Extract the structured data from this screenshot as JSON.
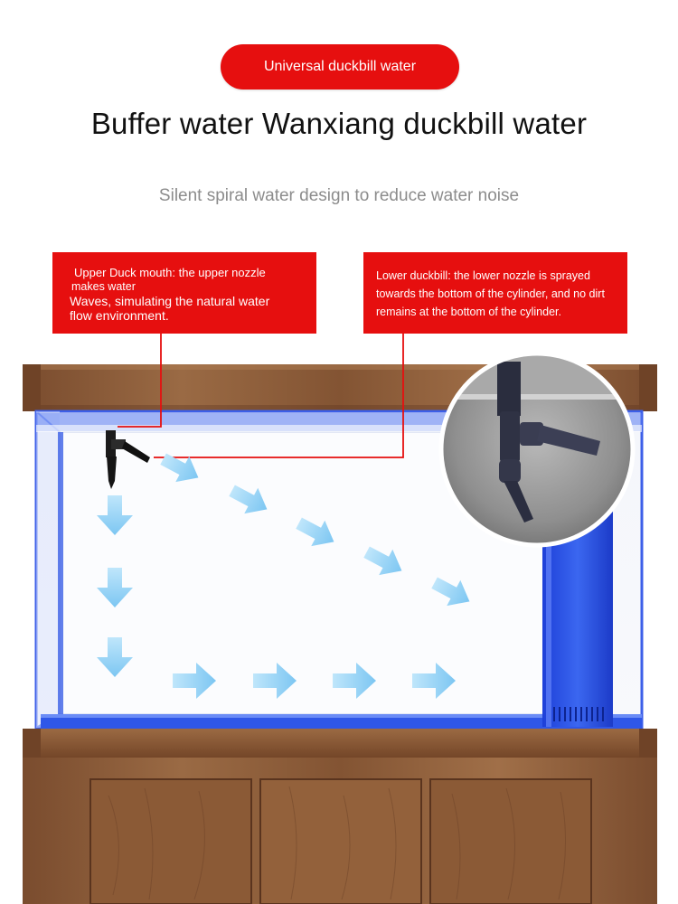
{
  "header": {
    "badge_label": "Universal duckbill water",
    "title": "Buffer water Wanxiang duckbill water",
    "subtitle": "Silent spiral water design to reduce water noise"
  },
  "callouts": {
    "upper": {
      "line1": "Upper Duck mouth: the upper nozzle",
      "line2": "makes water",
      "line3": "Waves, simulating the natural water",
      "line4": "flow environment."
    },
    "lower": {
      "text": "Lower duckbill: the lower nozzle is sprayed towards the bottom of the cylinder, and no dirt remains at the bottom of the cylinder."
    }
  },
  "colors": {
    "accent_red": "#e60f0f",
    "wood": "#8a5a38",
    "glass_blue": "#2f57e8",
    "flow_arrow": "#8fd0f5"
  },
  "icons": {
    "flow": "arrow-icon",
    "nozzle": "duckbill-nozzle-icon"
  }
}
